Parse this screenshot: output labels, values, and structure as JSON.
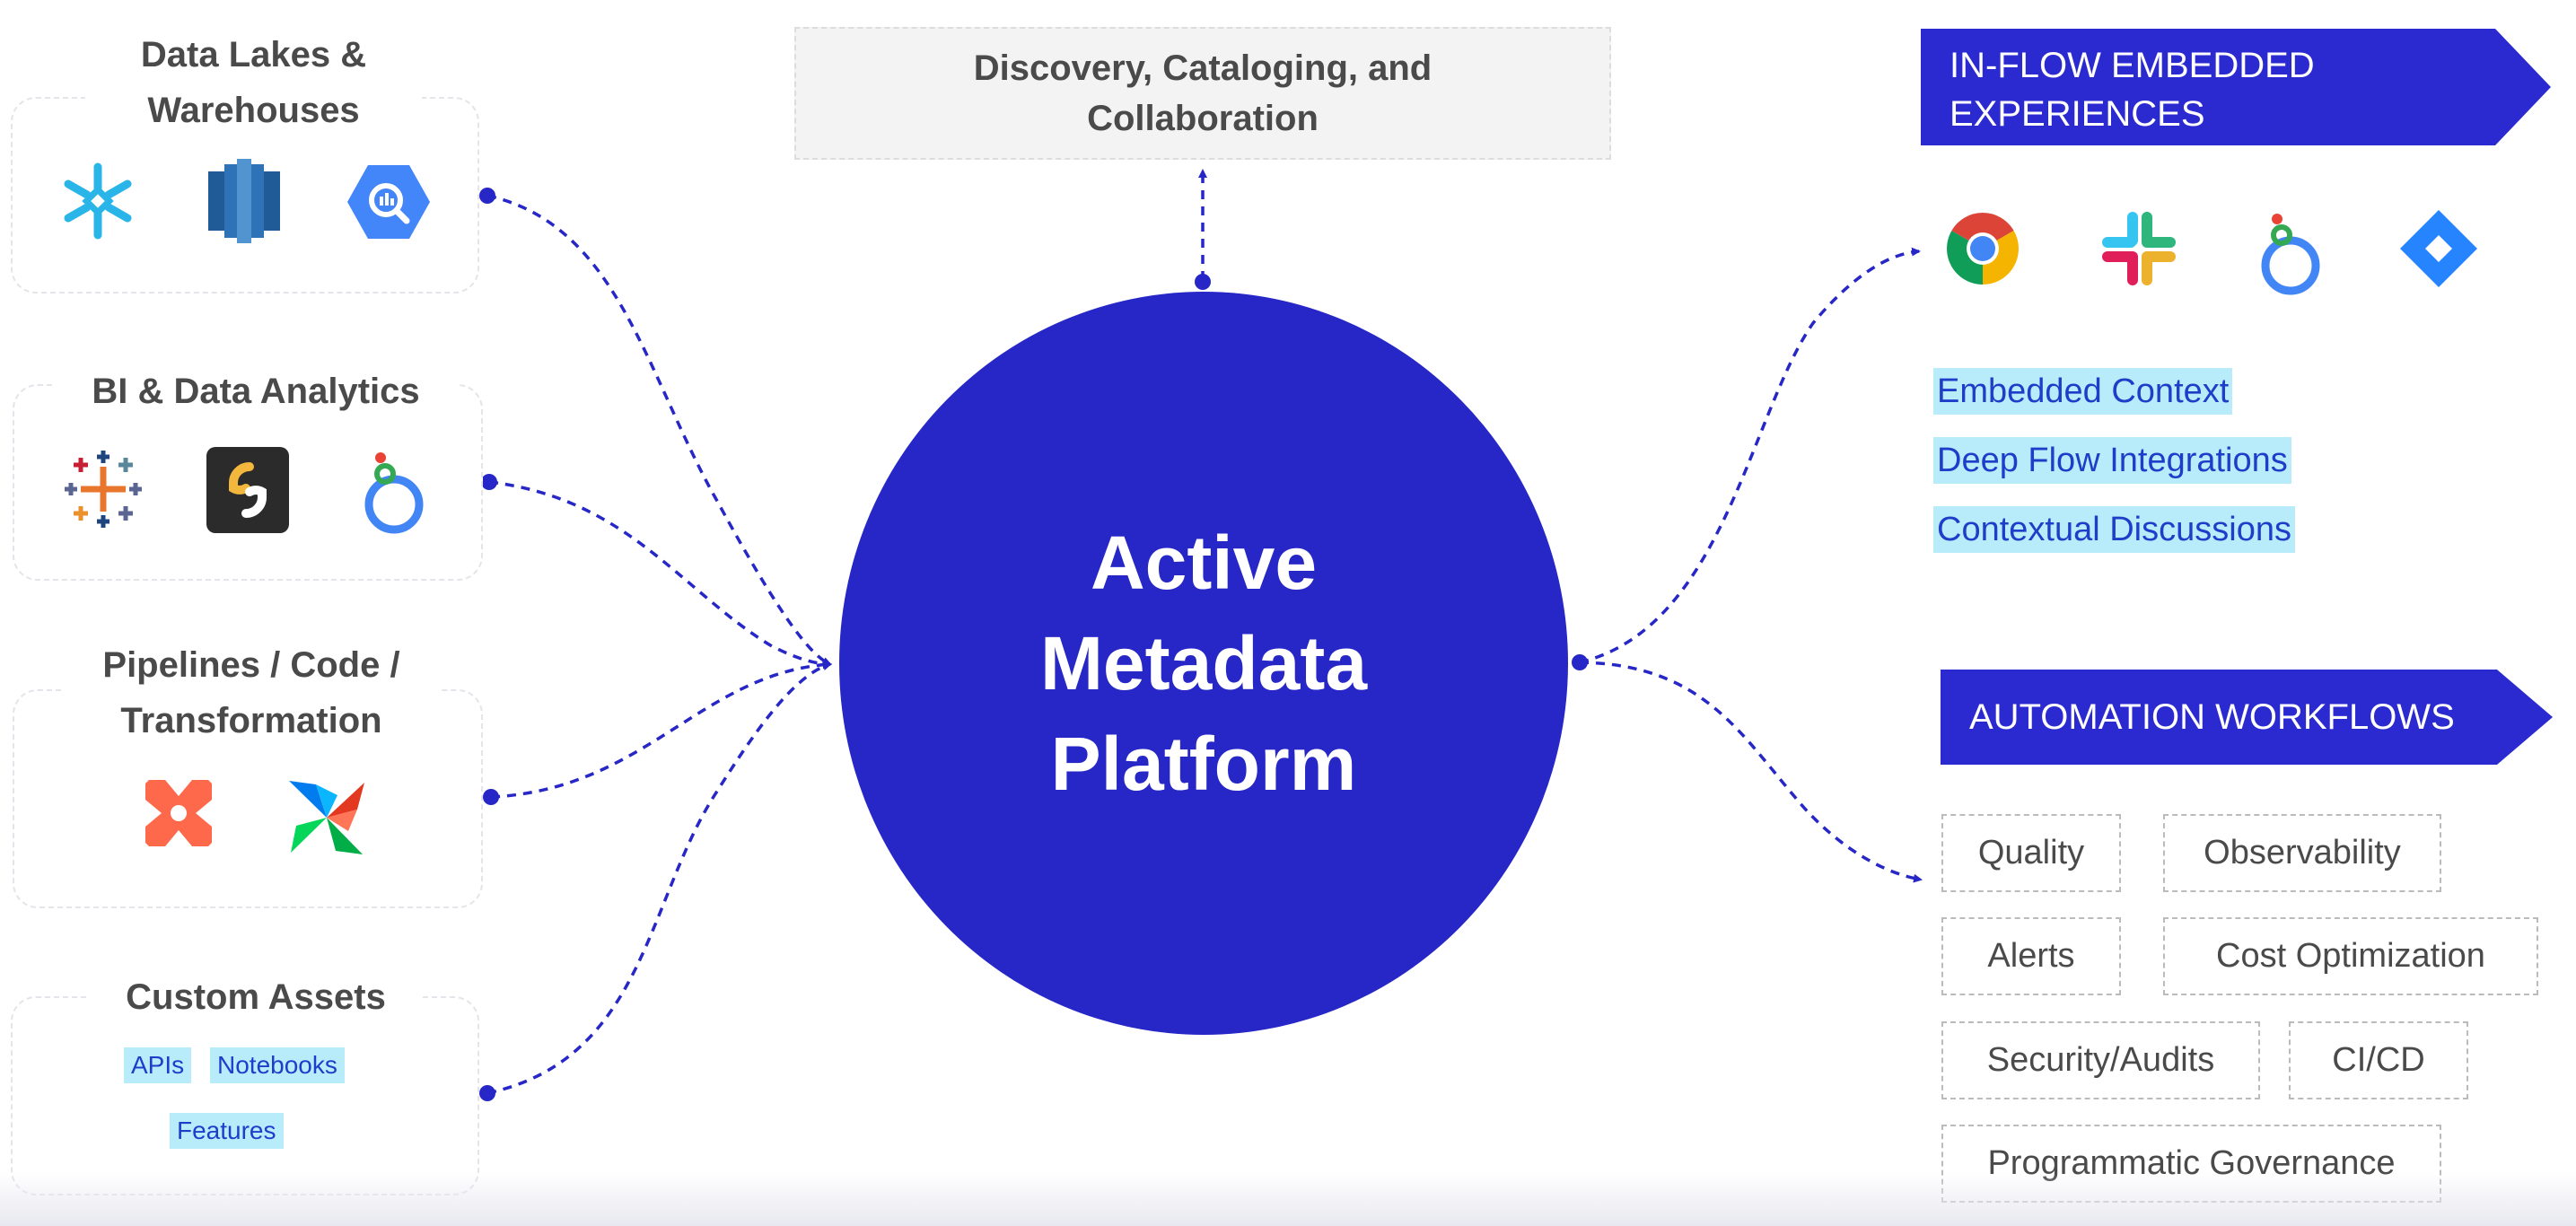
{
  "sources": {
    "data_lakes": {
      "title": "Data Lakes & Warehouses",
      "logos": [
        "snowflake-logo",
        "redshift-logo",
        "bigquery-logo"
      ]
    },
    "bi": {
      "title": "BI & Data Analytics",
      "logos": [
        "tableau-logo",
        "sigma-logo",
        "looker-logo"
      ]
    },
    "pipelines": {
      "title": "Pipelines / Code / Transformation",
      "logos": [
        "dbt-logo",
        "airflow-logo"
      ]
    },
    "custom": {
      "title": "Custom Assets",
      "tags": [
        "APIs",
        "Notebooks",
        "Features"
      ]
    }
  },
  "discovery": {
    "label": "Discovery, Cataloging, and Collaboration"
  },
  "center": {
    "label": "Active Metadata Platform"
  },
  "embedded": {
    "banner": "IN-FLOW EMBEDDED EXPERIENCES",
    "logos": [
      "chrome-logo",
      "slack-logo",
      "looker-logo",
      "jira-logo"
    ],
    "items": [
      "Embedded Context",
      "Deep Flow Integrations",
      "Contextual Discussions"
    ]
  },
  "automation": {
    "banner": "AUTOMATION WORKFLOWS",
    "items": [
      "Quality",
      "Observability",
      "Alerts",
      "Cost Optimization",
      "Security/Audits",
      "CI/CD",
      "Programmatic Governance"
    ]
  },
  "colors": {
    "primary": "#2727c8",
    "tag_bg": "#b9ecfb",
    "tag_text": "#1e3ec9",
    "heading_text": "#4a4a4a"
  }
}
